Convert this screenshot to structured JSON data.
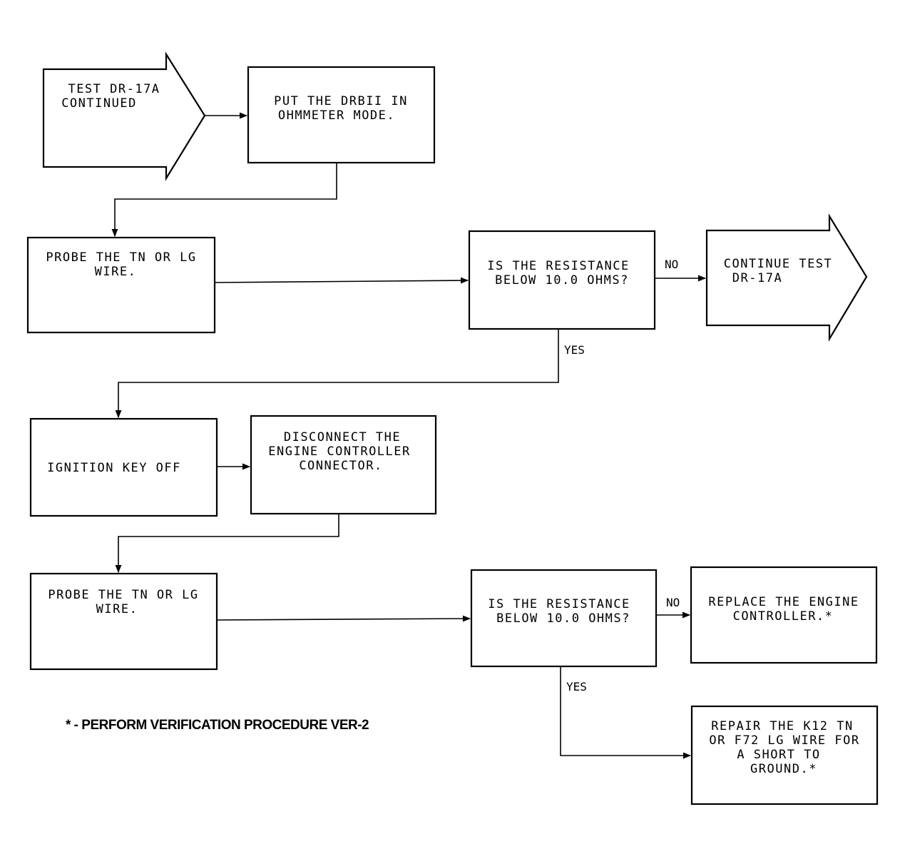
{
  "nodes": {
    "start": {
      "lines": [
        "TEST DR-17A",
        "CONTINUED"
      ]
    },
    "ohmmeter": {
      "lines": [
        "PUT THE DRBII IN",
        "OHMMETER MODE."
      ]
    },
    "probe1": {
      "lines": [
        "PROBE THE TN OR LG",
        "WIRE."
      ]
    },
    "decision1": {
      "lines": [
        "IS THE RESISTANCE",
        "BELOW 10.0 OHMS?"
      ]
    },
    "continue": {
      "lines": [
        "CONTINUE TEST",
        "DR-17A"
      ]
    },
    "ignition": {
      "lines": [
        "IGNITION KEY OFF"
      ]
    },
    "disconnect": {
      "lines": [
        "DISCONNECT THE",
        "ENGINE CONTROLLER",
        "CONNECTOR."
      ]
    },
    "probe2": {
      "lines": [
        "PROBE THE TN OR LG",
        "WIRE."
      ]
    },
    "decision2": {
      "lines": [
        "IS THE RESISTANCE",
        "BELOW 10.0 OHMS?"
      ]
    },
    "replace": {
      "lines": [
        "REPLACE THE ENGINE",
        "CONTROLLER.*"
      ]
    },
    "repair": {
      "lines": [
        "REPAIR THE K12 TN",
        "OR F72 LG WIRE FOR",
        "A SHORT TO",
        "GROUND.*"
      ]
    }
  },
  "edges": {
    "decision1_no": "NO",
    "decision1_yes": "YES",
    "decision2_no": "NO",
    "decision2_yes": "YES"
  },
  "footnote": "* - PERFORM VERIFICATION PROCEDURE VER-2"
}
